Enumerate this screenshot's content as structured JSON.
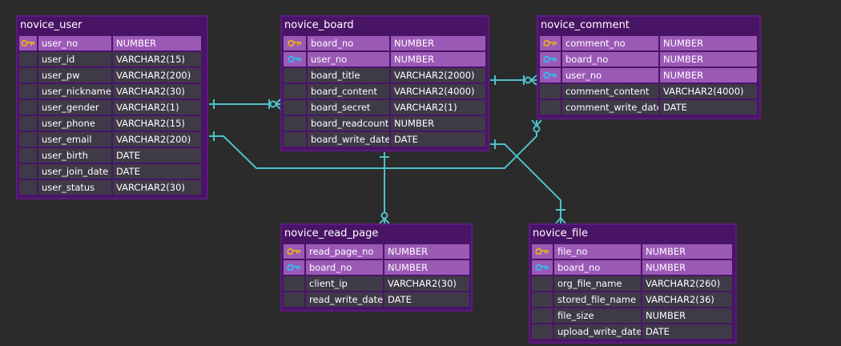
{
  "colors": {
    "background": "#2b2b2b",
    "entity": "#4a1466",
    "key_row": "#9b59b6",
    "plain_row": "#3f3a48",
    "primary_key_icon": "#e0a82e",
    "foreign_key_icon": "#3cb4e6",
    "relationship_line": "#4fc1c9"
  },
  "entities": {
    "novice_user": {
      "name": "novice_user",
      "columns": [
        {
          "name": "user_no",
          "type": "NUMBER",
          "key": "primary-key-icon"
        },
        {
          "name": "user_id",
          "type": "VARCHAR2(15)",
          "key": ""
        },
        {
          "name": "user_pw",
          "type": "VARCHAR2(200)",
          "key": ""
        },
        {
          "name": "user_nickname",
          "type": "VARCHAR2(30)",
          "key": ""
        },
        {
          "name": "user_gender",
          "type": "VARCHAR2(1)",
          "key": ""
        },
        {
          "name": "user_phone",
          "type": "VARCHAR2(15)",
          "key": ""
        },
        {
          "name": "user_email",
          "type": "VARCHAR2(200)",
          "key": ""
        },
        {
          "name": "user_birth",
          "type": "DATE",
          "key": ""
        },
        {
          "name": "user_join_date",
          "type": "DATE",
          "key": ""
        },
        {
          "name": "user_status",
          "type": "VARCHAR2(30)",
          "key": ""
        }
      ]
    },
    "novice_board": {
      "name": "novice_board",
      "columns": [
        {
          "name": "board_no",
          "type": "NUMBER",
          "key": "primary-key-icon"
        },
        {
          "name": "user_no",
          "type": "NUMBER",
          "key": "foreign-key-icon"
        },
        {
          "name": "board_title",
          "type": "VARCHAR2(2000)",
          "key": ""
        },
        {
          "name": "board_content",
          "type": "VARCHAR2(4000)",
          "key": ""
        },
        {
          "name": "board_secret",
          "type": "VARCHAR2(1)",
          "key": ""
        },
        {
          "name": "board_readcount",
          "type": "NUMBER",
          "key": ""
        },
        {
          "name": "board_write_date",
          "type": "DATE",
          "key": ""
        }
      ]
    },
    "novice_comment": {
      "name": "novice_comment",
      "columns": [
        {
          "name": "comment_no",
          "type": "NUMBER",
          "key": "primary-key-icon"
        },
        {
          "name": "board_no",
          "type": "NUMBER",
          "key": "foreign-key-icon"
        },
        {
          "name": "user_no",
          "type": "NUMBER",
          "key": "foreign-key-icon"
        },
        {
          "name": "comment_content",
          "type": "VARCHAR2(4000)",
          "key": ""
        },
        {
          "name": "comment_write_date",
          "type": "DATE",
          "key": ""
        }
      ]
    },
    "novice_read_page": {
      "name": "novice_read_page",
      "columns": [
        {
          "name": "read_page_no",
          "type": "NUMBER",
          "key": "primary-key-icon"
        },
        {
          "name": "board_no",
          "type": "NUMBER",
          "key": "foreign-key-icon"
        },
        {
          "name": "client_ip",
          "type": "VARCHAR2(30)",
          "key": ""
        },
        {
          "name": "read_write_date",
          "type": "DATE",
          "key": ""
        }
      ]
    },
    "novice_file": {
      "name": "novice_file",
      "columns": [
        {
          "name": "file_no",
          "type": "NUMBER",
          "key": "primary-key-icon"
        },
        {
          "name": "board_no",
          "type": "NUMBER",
          "key": "foreign-key-icon"
        },
        {
          "name": "org_file_name",
          "type": "VARCHAR2(260)",
          "key": ""
        },
        {
          "name": "stored_file_name",
          "type": "VARCHAR2(36)",
          "key": ""
        },
        {
          "name": "file_size",
          "type": "NUMBER",
          "key": ""
        },
        {
          "name": "upload_write_date",
          "type": "DATE",
          "key": ""
        }
      ]
    }
  },
  "relationships": [
    {
      "from": "novice_user",
      "to": "novice_board",
      "notation": "one-to-zero-or-many"
    },
    {
      "from": "novice_user",
      "to": "novice_comment",
      "notation": "one-to-zero-or-many"
    },
    {
      "from": "novice_board",
      "to": "novice_comment",
      "notation": "one-to-zero-or-many"
    },
    {
      "from": "novice_board",
      "to": "novice_read_page",
      "notation": "one-to-zero-or-many"
    },
    {
      "from": "novice_board",
      "to": "novice_file",
      "notation": "one-to-one-or-many"
    }
  ]
}
